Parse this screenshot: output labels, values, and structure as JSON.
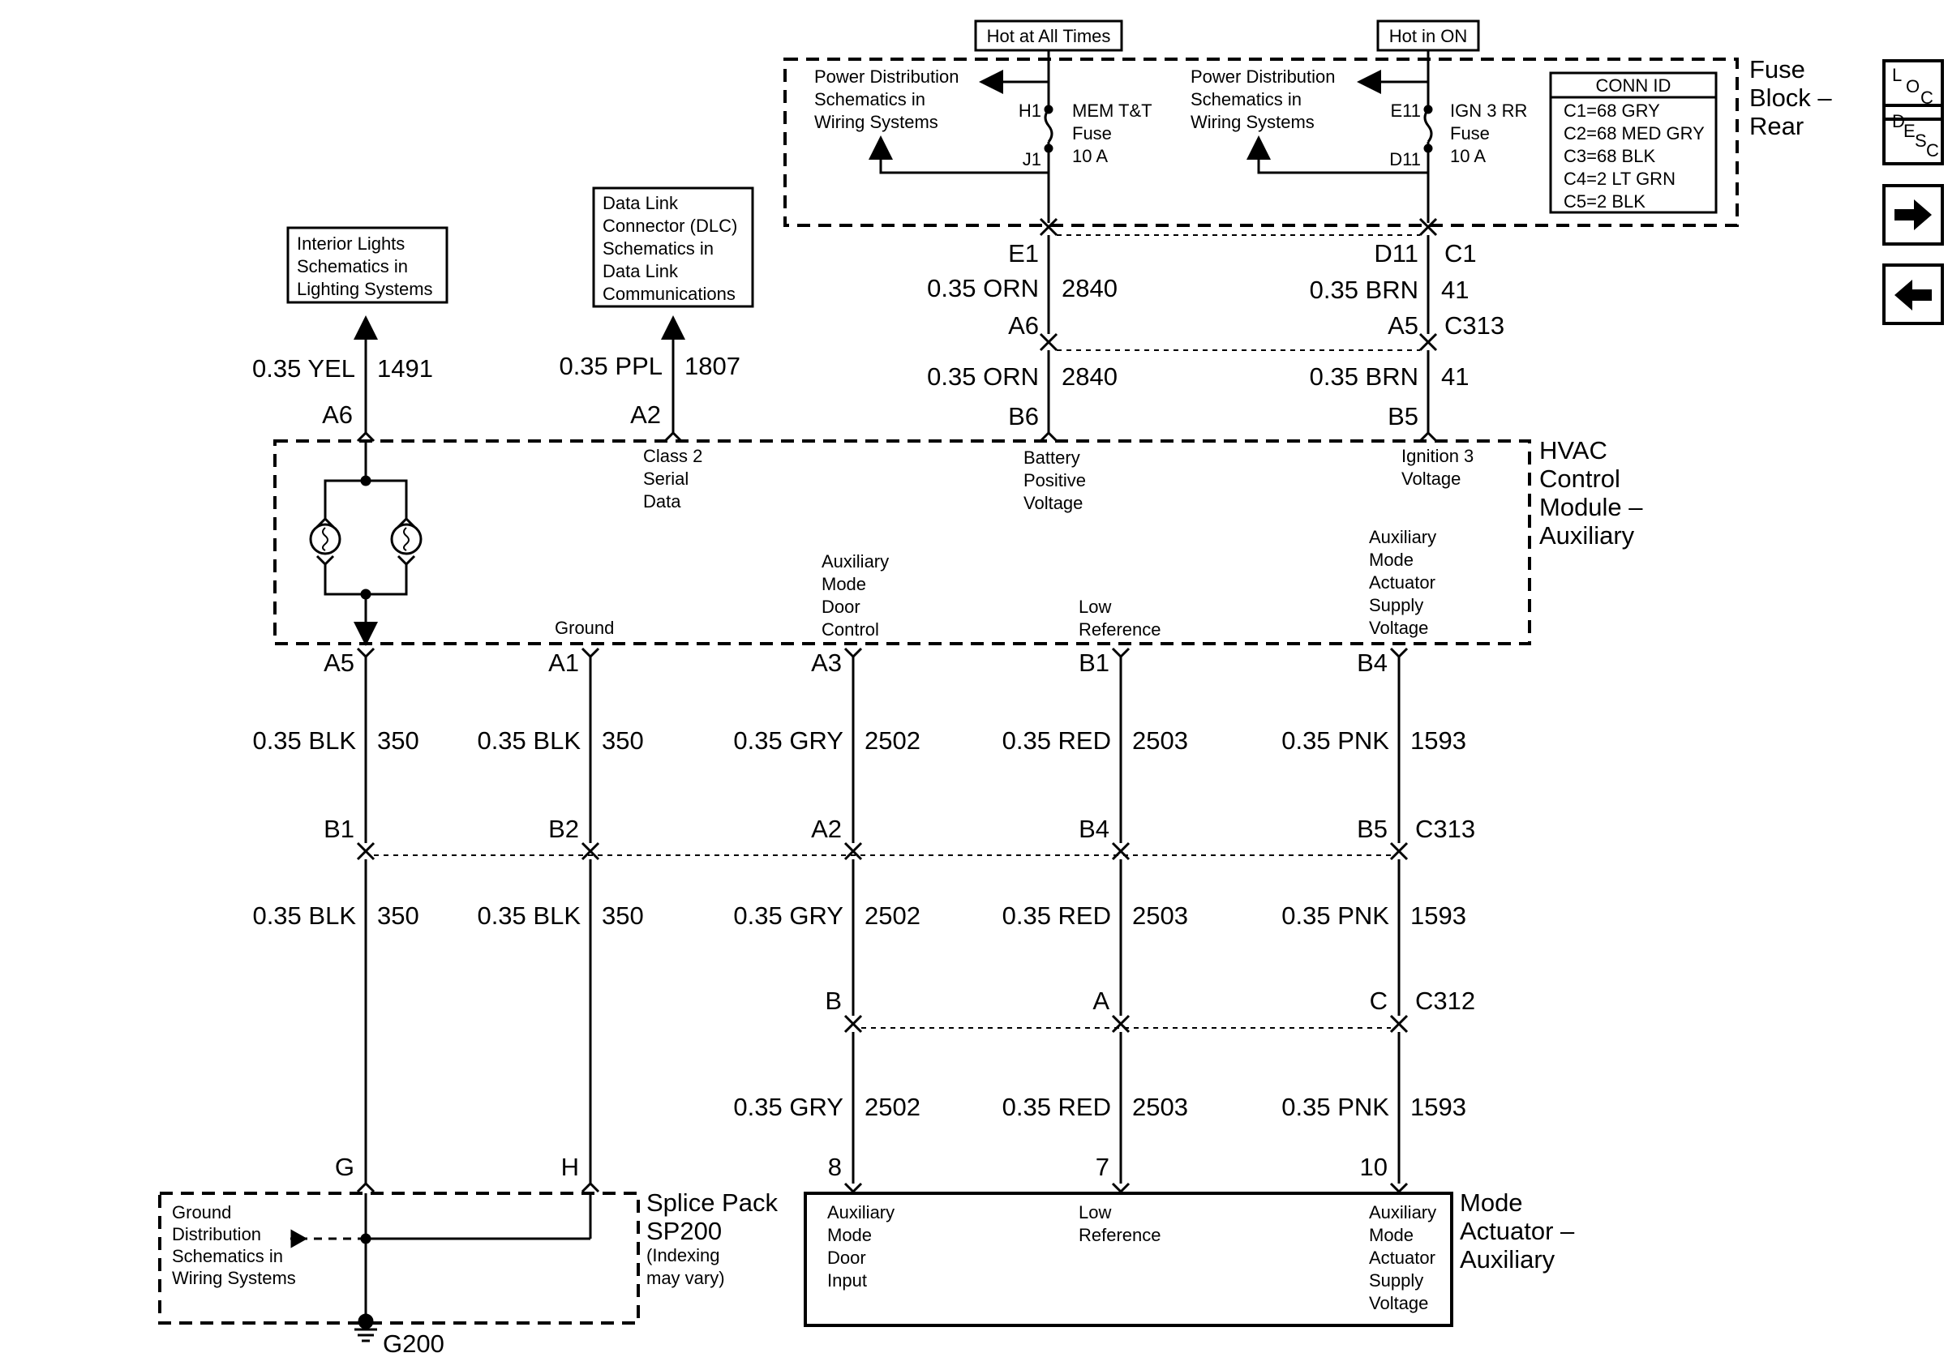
{
  "power_labels": {
    "hot_at_all_times": "Hot at All Times",
    "hot_in_on": "Hot in ON"
  },
  "fuse_block": {
    "title": [
      "Fuse",
      "Block –",
      "Rear"
    ],
    "pd_left": [
      "Power Distribution",
      "Schematics in",
      "Wiring Systems"
    ],
    "pd_right": [
      "Power Distribution",
      "Schematics in",
      "Wiring Systems"
    ],
    "fuse1": {
      "top_pin": "H1",
      "bottom_pin": "J1",
      "name": "MEM T&T",
      "type": "Fuse",
      "rating": "10 A"
    },
    "fuse2": {
      "top_pin": "E11",
      "bottom_pin": "D11",
      "name": "IGN 3 RR",
      "type": "Fuse",
      "rating": "10 A"
    },
    "conn_id": {
      "title": "CONN ID",
      "rows": [
        "C1=68 GRY",
        "C2=68 MED GRY",
        "C3=68 BLK",
        "C4=2 LT GRN",
        "C5=2 BLK"
      ]
    }
  },
  "upper_wires": {
    "orn": {
      "pin_top": "E1",
      "gauge": "0.35 ORN",
      "circuit": "2840",
      "pin_mid": "A6",
      "pin_bottom": "B6"
    },
    "brn": {
      "pin_top": "D11",
      "conn_top": "C1",
      "gauge": "0.35 BRN",
      "circuit": "41",
      "pin_mid": "A5",
      "conn_mid": "C313",
      "pin_bottom": "B5"
    }
  },
  "ref_boxes": {
    "interior": [
      "Interior Lights",
      "Schematics in",
      "Lighting Systems"
    ],
    "dlc": [
      "Data Link",
      "Connector (DLC)",
      "Schematics in",
      "Data Link",
      "Communications"
    ]
  },
  "outputs": {
    "yel": {
      "gauge": "0.35 YEL",
      "circuit": "1491",
      "pin": "A6"
    },
    "ppl": {
      "gauge": "0.35 PPL",
      "circuit": "1807",
      "pin": "A2"
    }
  },
  "hvac": {
    "title": [
      "HVAC",
      "Control",
      "Module –",
      "Auxiliary"
    ],
    "labels": {
      "class2": [
        "Class 2",
        "Serial",
        "Data"
      ],
      "battery": [
        "Battery",
        "Positive",
        "Voltage"
      ],
      "ignition": [
        "Ignition 3",
        "Voltage"
      ],
      "ground": [
        "Ground"
      ],
      "aux_door": [
        "Auxiliary",
        "Mode",
        "Door",
        "Control"
      ],
      "low_ref": [
        "Low",
        "Reference"
      ],
      "aux_supply": [
        "Auxiliary",
        "Mode",
        "Actuator",
        "Supply",
        "Voltage"
      ]
    }
  },
  "lower_wires": [
    {
      "id": "w1",
      "pin_hvac": "A5",
      "gauge": "0.35 BLK",
      "circuit": "350",
      "pin_c313": "B1",
      "pin_bottom": "G"
    },
    {
      "id": "w2",
      "pin_hvac": "A1",
      "gauge": "0.35 BLK",
      "circuit": "350",
      "pin_c313": "B2",
      "pin_bottom": "H"
    },
    {
      "id": "w3",
      "pin_hvac": "A3",
      "gauge": "0.35 GRY",
      "circuit": "2502",
      "pin_c313": "A2",
      "pin_c312": "B",
      "pin_bottom": "8"
    },
    {
      "id": "w4",
      "pin_hvac": "B1",
      "gauge": "0.35 RED",
      "circuit": "2503",
      "pin_c313": "B4",
      "pin_c312": "A",
      "pin_bottom": "7"
    },
    {
      "id": "w5",
      "pin_hvac": "B4",
      "gauge": "0.35 PNK",
      "circuit": "1593",
      "pin_c313": "B5",
      "pin_c312": "C",
      "pin_bottom": "10"
    }
  ],
  "connectors": {
    "c313": "C313",
    "c312": "C312"
  },
  "splice": {
    "title": [
      "Splice Pack",
      "SP200"
    ],
    "note": [
      "(Indexing",
      "may vary)"
    ],
    "ground_ref": [
      "Ground",
      "Distribution",
      "Schematics in",
      "Wiring Systems"
    ],
    "ground": "G200"
  },
  "actuator": {
    "title": [
      "Mode",
      "Actuator –",
      "Auxiliary"
    ],
    "door_input": [
      "Auxiliary",
      "Mode",
      "Door",
      "Input"
    ],
    "low_ref": [
      "Low",
      "Reference"
    ],
    "supply": [
      "Auxiliary",
      "Mode",
      "Actuator",
      "Supply",
      "Voltage"
    ]
  },
  "nav": {
    "loc": {
      "l1": "L",
      "l2": "O",
      "l3": "C"
    },
    "desc": {
      "l1": "D",
      "l2": "E",
      "l3": "S",
      "l4": "C"
    },
    "next_icon": "arrow-right-icon",
    "prev_icon": "arrow-left-icon"
  }
}
